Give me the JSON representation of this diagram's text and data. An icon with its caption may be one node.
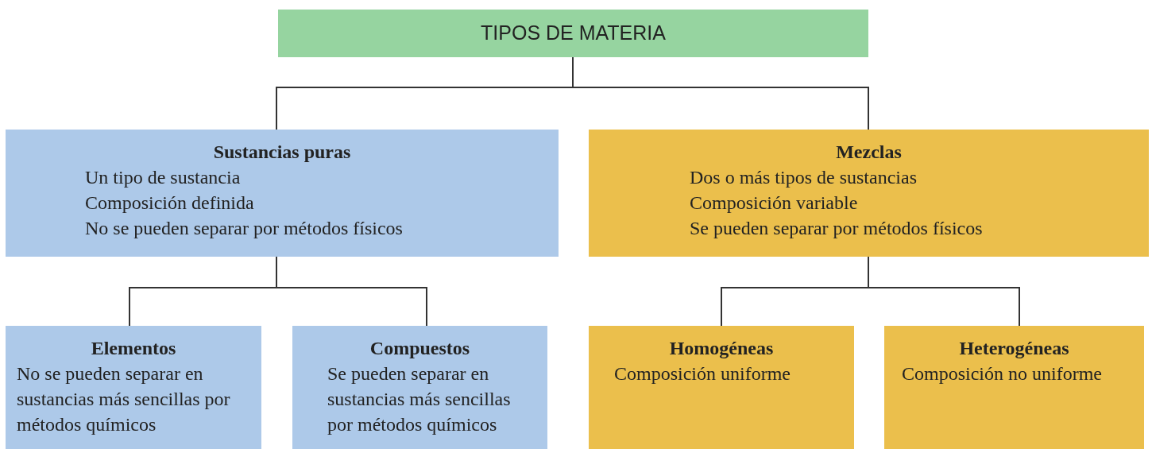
{
  "diagram": {
    "nodes": [
      {
        "text": [
          "TIPOS DE MATERIA"
        ]
      },
      {
        "text": [
          "Sustancias puras",
          "Un tipo de sustancia",
          "Composición definida",
          "No se pueden separar por métodos físicos"
        ]
      },
      {
        "text": [
          "Mezclas",
          "Dos o más tipos de sustancias",
          "Composición variable",
          "Se pueden separar por métodos físicos"
        ]
      },
      {
        "text": [
          "Elementos",
          "No se pueden separar en sustancias más sencillas por métodos químicos"
        ]
      },
      {
        "text": [
          "Compuestos",
          "Se pueden separar en sustancias más sencillas por métodos químicos"
        ]
      },
      {
        "text": [
          "Homogéneas",
          "Composición uniforme"
        ]
      },
      {
        "text": [
          "Heterogéneas",
          "Composición no uniforme"
        ]
      }
    ],
    "edges": [
      {
        "from": 0,
        "to": 1,
        "arrow": "none"
      },
      {
        "from": 0,
        "to": 2,
        "arrow": "none"
      },
      {
        "from": 1,
        "to": 3,
        "arrow": "none"
      },
      {
        "from": 1,
        "to": 4,
        "arrow": "none"
      },
      {
        "from": 2,
        "to": 5,
        "arrow": "none"
      },
      {
        "from": 2,
        "to": 6,
        "arrow": "none"
      }
    ]
  }
}
